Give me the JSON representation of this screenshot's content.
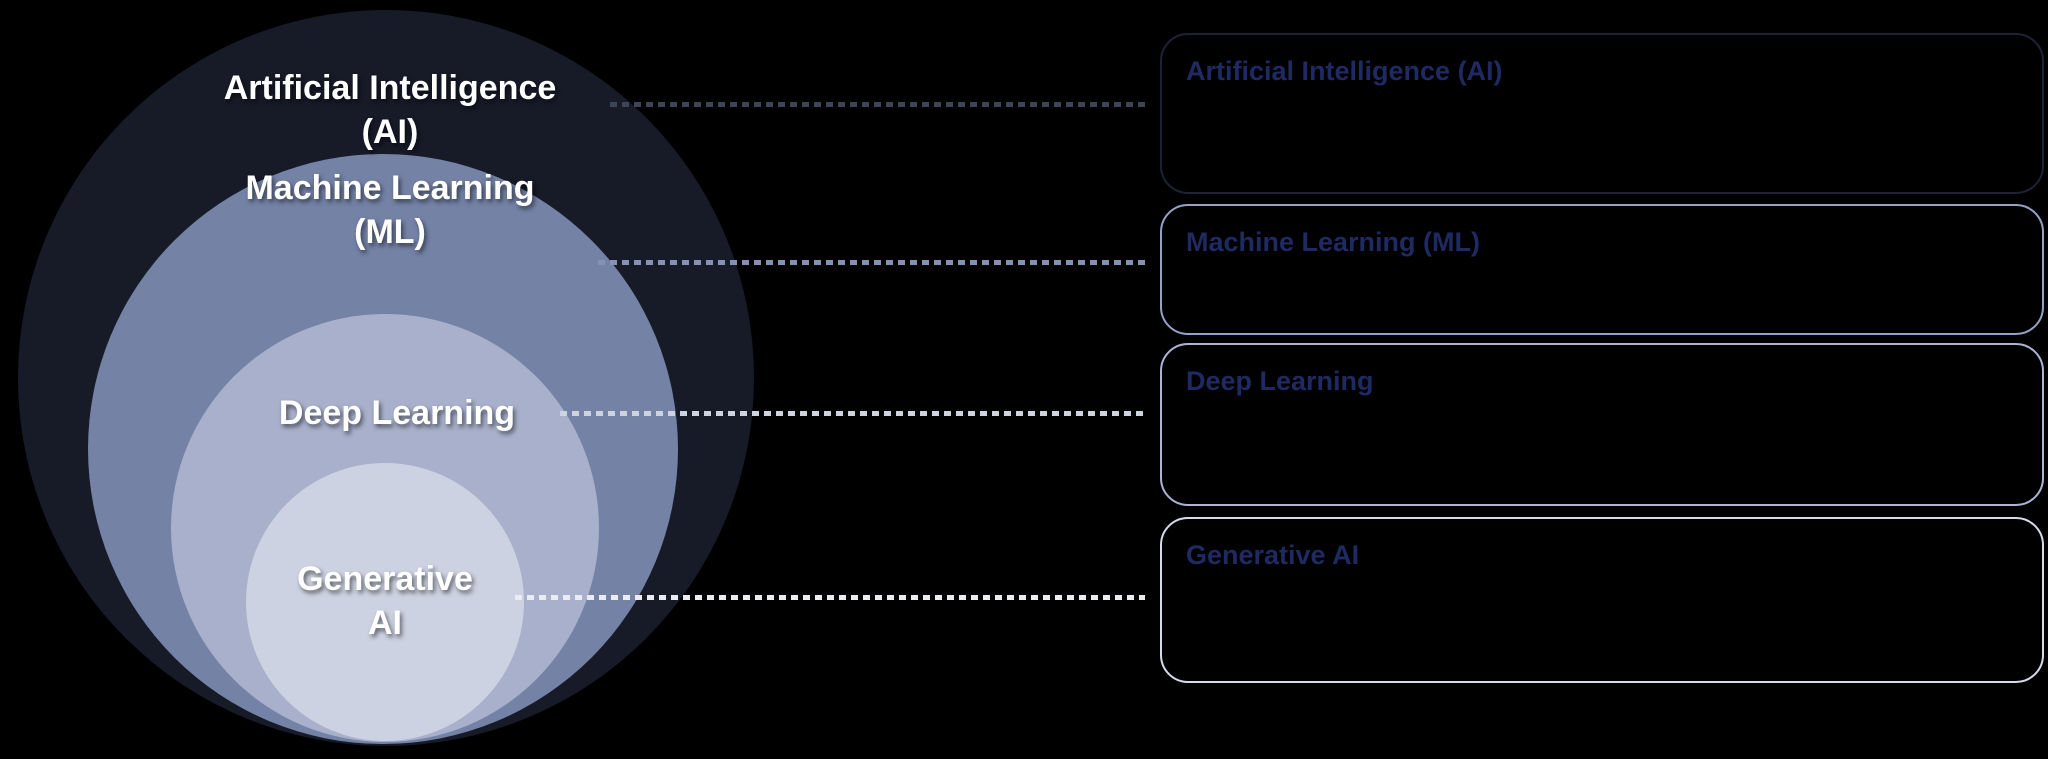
{
  "background": "#000000",
  "venn": {
    "label_color": "#ffffff",
    "circles": [
      {
        "name": "artificial-intelligence",
        "line1": "Artificial Intelligence",
        "line2": "(AI)",
        "fill": "#171b28"
      },
      {
        "name": "machine-learning",
        "line1": "Machine Learning",
        "line2": "(ML)",
        "fill": "#7482a6"
      },
      {
        "name": "deep-learning",
        "line1": "Deep Learning",
        "line2": "",
        "fill": "#a8b0cb"
      },
      {
        "name": "generative-ai",
        "line1": "Generative",
        "line2": "AI",
        "fill": "#ccd2e1"
      }
    ]
  },
  "connectors": [
    {
      "for": "artificial-intelligence",
      "style": "dotted",
      "color": "#3d4456"
    },
    {
      "for": "machine-learning",
      "style": "dotted",
      "color": "#8692b4"
    },
    {
      "for": "deep-learning",
      "style": "dotted",
      "color": "#ced3e0"
    },
    {
      "for": "generative-ai",
      "style": "dotted",
      "color": "#eaecf2"
    }
  ],
  "panels": {
    "title_color": "#1f2a63",
    "items": [
      {
        "title": "Artificial Intelligence (AI)",
        "border_color": "#1d2336"
      },
      {
        "title": "Machine Learning (ML)",
        "border_color": "#96a1c6"
      },
      {
        "title": "Deep Learning",
        "border_color": "#aab5d3"
      },
      {
        "title": "Generative AI",
        "border_color": "#d6dbe9"
      }
    ]
  }
}
